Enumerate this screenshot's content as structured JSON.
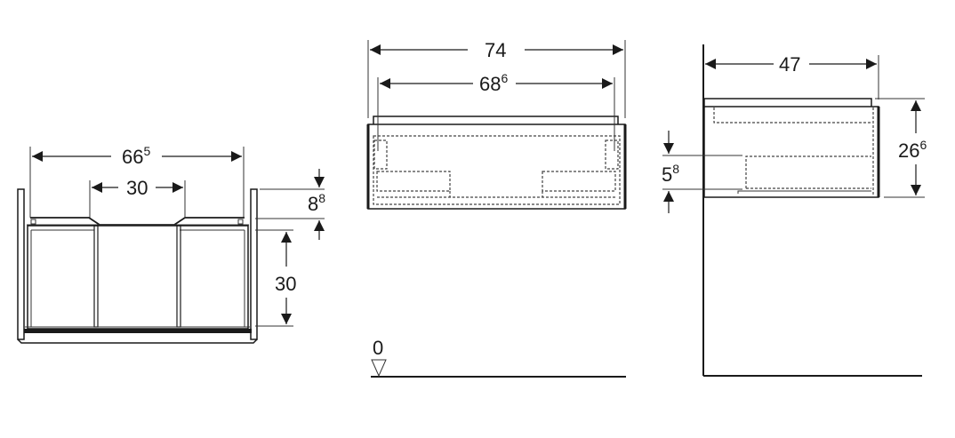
{
  "drawing": {
    "type": "technical dimension drawing",
    "subject": "wall-hung vanity cabinet with drawers",
    "unit_note": "dimensions in cm; superscript denotes mm",
    "colors": {
      "line": "#1a1a1a",
      "background": "#ffffff"
    }
  },
  "front_view": {
    "overall_width": {
      "main": "66",
      "sup": "5"
    },
    "cutout_width": {
      "main": "30",
      "sup": ""
    },
    "top_offset": {
      "main": "8",
      "sup": "8"
    },
    "drawer_height": {
      "main": "30",
      "sup": ""
    }
  },
  "top_view": {
    "overall_width": {
      "main": "74",
      "sup": ""
    },
    "inner_width": {
      "main": "68",
      "sup": "6"
    },
    "floor_level": {
      "label": "0"
    }
  },
  "side_view": {
    "depth": {
      "main": "47",
      "sup": ""
    },
    "height": {
      "main": "26",
      "sup": "6"
    },
    "bottom_offset": {
      "main": "5",
      "sup": "8"
    }
  }
}
